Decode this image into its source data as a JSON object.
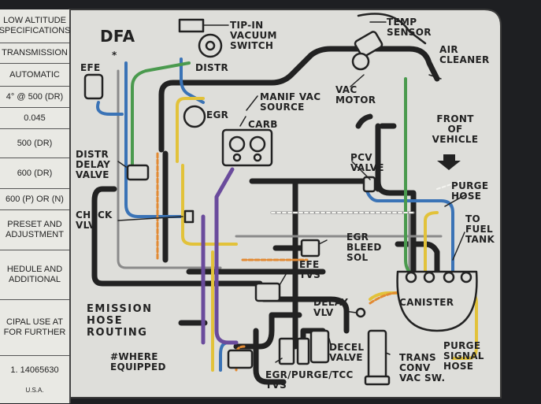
{
  "left_table": [
    "LOW ALTITUDE SPECIFICATIONS",
    "TRANSMISSION",
    "AUTOMATIC",
    "4° @ 500 (DR)",
    "0.045",
    "500 (DR)",
    "600 (DR)",
    "600 (P) OR (N)",
    "PRESET AND ADJUSTMENT",
    "HEDULE AND ADDITIONAL",
    "CIPAL USE AT FOR FURTHER",
    "1. 14065630"
  ],
  "footer_small": "U.S.A.",
  "diagram": {
    "code": "DFA",
    "labels": {
      "tipin": "TIP-IN VACUUM SWITCH",
      "temp": "TEMP SENSOR",
      "air": "AIR CLEANER",
      "distr": "DISTR",
      "efe": "EFE",
      "egr": "EGR",
      "carb": "CARB",
      "manif": "MANIF VAC SOURCE",
      "vacmotor": "VAC MOTOR",
      "front": "FRONT OF VEHICLE",
      "distrdelay": "DISTR DELAY VALVE",
      "pcv": "PCV VALVE",
      "purgehose": "PURGE HOSE",
      "tofuel": "TO FUEL TANK",
      "check": "CHECK VLV",
      "egrbleed": "EGR BLEED SOL",
      "efetvs": "EFE TVS",
      "emission": "EMISSION HOSE ROUTING",
      "where": "#WHERE EQUIPPED",
      "delay": "DELAY VLV",
      "canister": "CANISTER",
      "decel": "DECEL VALVE",
      "purgesignal": "PURGE SIGNAL HOSE",
      "transconv": "TRANS CONV VAC SW.",
      "egrpurge": "EGR/PURGE/TCC TVS",
      "star": "*"
    }
  }
}
